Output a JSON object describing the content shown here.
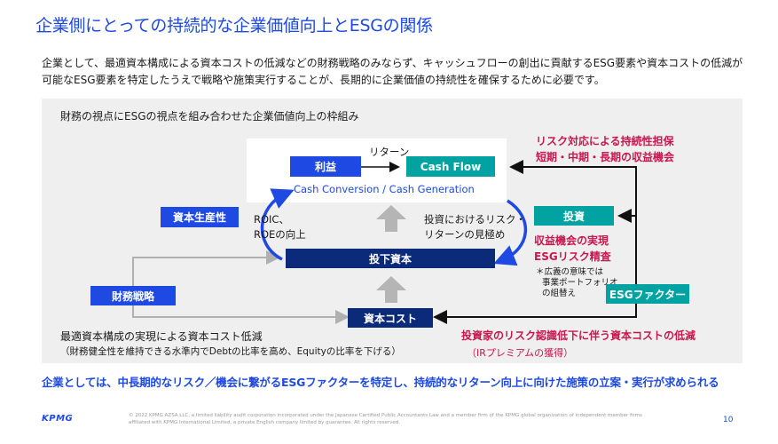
{
  "title": "企業側にとっての持続的な企業価値向上とESGの関係",
  "intro": "企業として、最適資本構成による資本コストの低減などの財務戦略のみならず、キャッシュフローの創出に貢献するESG要素や資本コストの低減が可能なESG要素を特定したうえで戦略や施策実行することが、長期的に企業価値の持続性を確保するために必要です。",
  "panel_title": "財務の視点にESGの視点を組み合わせた企業価値向上の枠組み",
  "diagram": {
    "return_label": "リターン",
    "profit": "利益",
    "cash_flow": "Cash Flow",
    "ccg": "Cash Conversion / Cash Generation",
    "capital_productivity": "資本生産性",
    "roic_1": "ROIC、",
    "roic_2": "ROEの向上",
    "risk_1": "投資におけるリスク・",
    "risk_2": "リターンの見極め",
    "invested_capital": "投下資本",
    "investment": "投資",
    "finance_strategy": "財務戦略",
    "cost_of_capital": "資本コスト",
    "esg_factor": "ESGファクター",
    "right_red_1": "リスク対応による持続性担保",
    "right_red_2": "短期・中期・長期の収益機会",
    "mid_red_1": "収益機会の実現",
    "mid_red_2": "ESGリスク精査",
    "note_1": "＊広義の意味では",
    "note_2": "事業ポートフォリオ",
    "note_3": "の組替え",
    "bottom_left_1": "最適資本構成の実現による資本コスト低減",
    "bottom_left_2": "（財務健全性を維持できる水準内でDebtの比率を高め、Equityの比率を下げる）",
    "bottom_right_1": "投資家のリスク認識低下に伴う資本コストの低減",
    "bottom_right_2": "（IRプレミアムの獲得）"
  },
  "conclusion": "企業としては、中長期的なリスク／機会に繋がるESGファクターを特定し、持続的なリターン向上に向けた施策の立案・実行が求められる",
  "footer": "© 2022 KPMG AZSA LLC, a limited liability audit corporation incorporated under the Japanese Certified Public Accountants Law and a member firm of the KPMG global organization of independent member firms affiliated with KPMG International Limited, a private English company limited by guarantee. All rights reserved.",
  "page_number": "10",
  "logo_text": "KPMG",
  "colors": {
    "brand_blue": "#1e49e2",
    "navy": "#0c2a7a",
    "teal": "#00a3a1",
    "red": "#c8174e",
    "panel_gray": "#efefef"
  }
}
